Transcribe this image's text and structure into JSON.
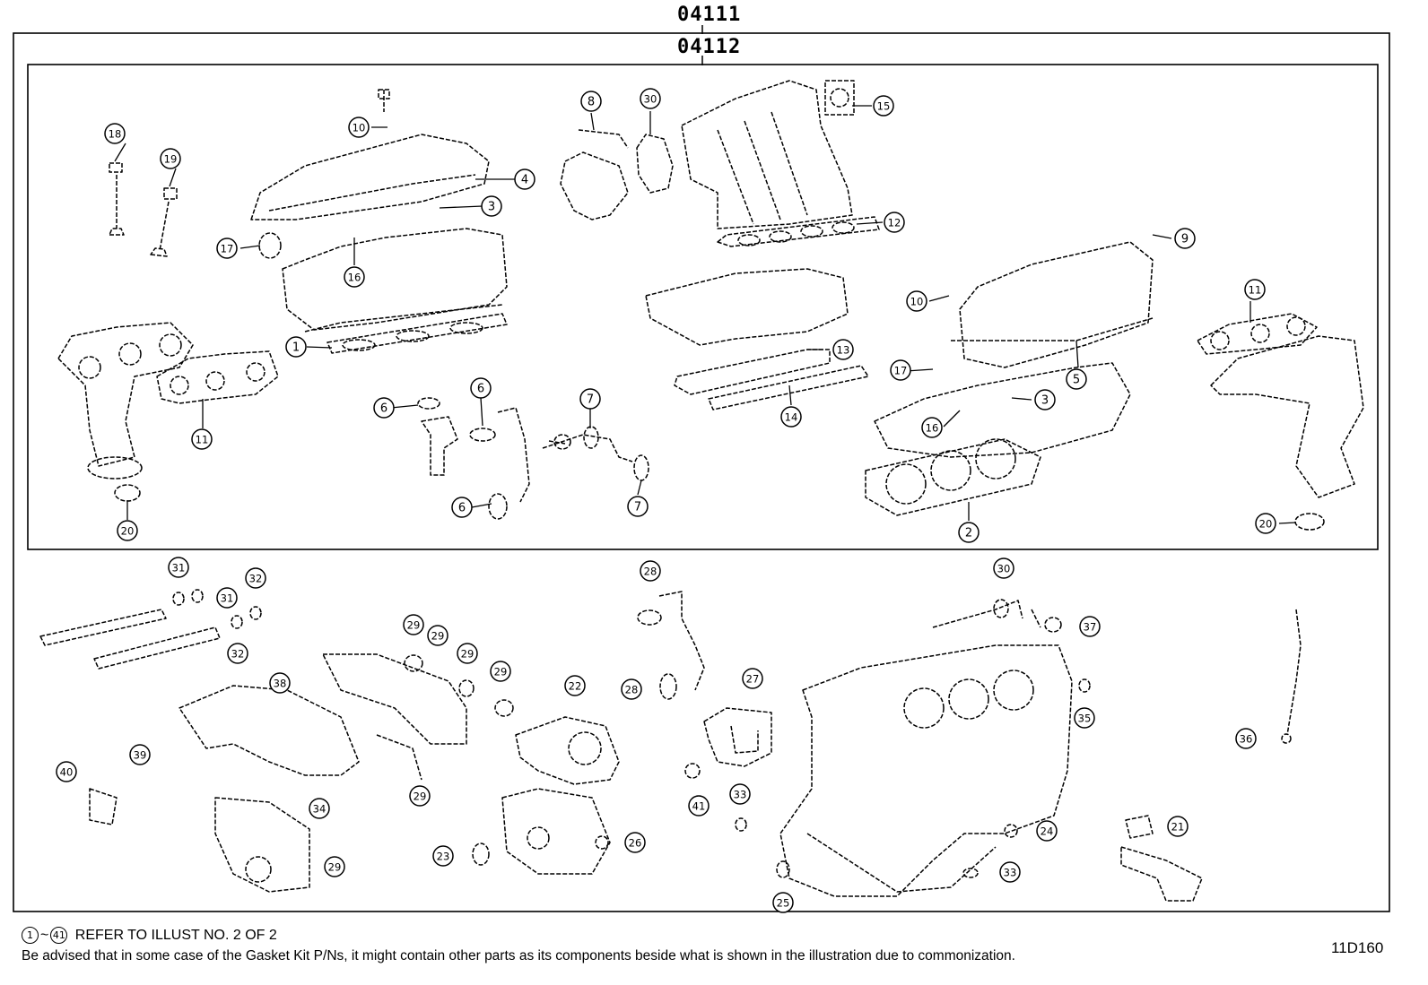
{
  "header": {
    "outer_code": "04111",
    "inner_code": "04112"
  },
  "callouts": [
    "1",
    "2",
    "3",
    "3",
    "4",
    "5",
    "6",
    "6",
    "6",
    "7",
    "7",
    "8",
    "9",
    "10",
    "10",
    "11",
    "11",
    "12",
    "13",
    "14",
    "15",
    "16",
    "16",
    "17",
    "17",
    "18",
    "19",
    "20",
    "20",
    "21",
    "22",
    "23",
    "24",
    "25",
    "26",
    "27",
    "28",
    "28",
    "29",
    "29",
    "29",
    "29",
    "29",
    "29",
    "30",
    "30",
    "31",
    "31",
    "32",
    "32",
    "33",
    "33",
    "34",
    "35",
    "36",
    "37",
    "38",
    "39",
    "40",
    "41"
  ],
  "footer": {
    "range_start": "1",
    "range_end": "41",
    "range_sep": "~",
    "refer_text": "REFER TO ILLUST NO. 2 OF 2",
    "note": "Be advised that in some case of the Gasket Kit P/Ns,  it might contain other parts as its components beside what is shown in the illustration due to commonization.",
    "illustration_code": "11D160"
  }
}
